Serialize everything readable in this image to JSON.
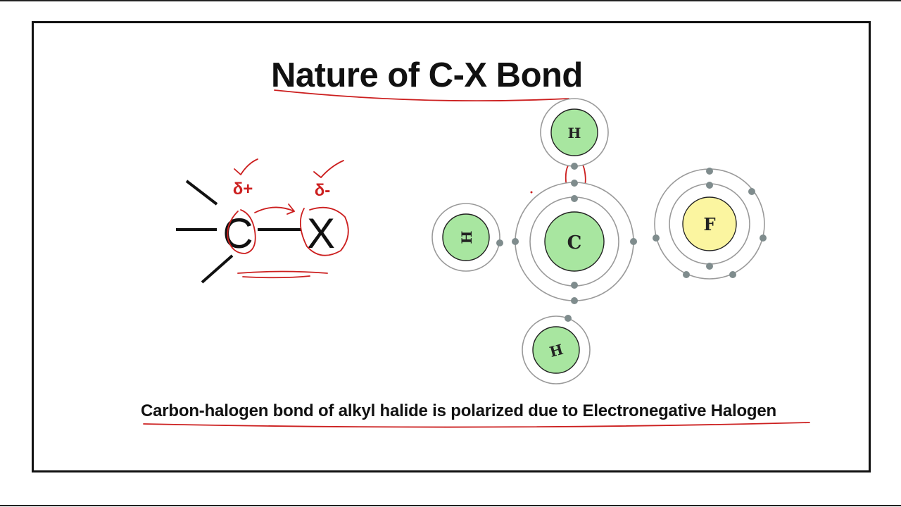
{
  "title": "Nature of C-X Bond",
  "caption": "Carbon-halogen bond of alkyl halide is polarized due to Electronegative Halogen",
  "bond_diagram": {
    "carbon": "C",
    "halogen": "X",
    "charge_carbon": "δ+",
    "charge_halogen": "δ-"
  },
  "atoms": {
    "hydrogen_top": "H",
    "hydrogen_left": "H",
    "hydrogen_bottom": "H",
    "carbon": "C",
    "fluorine": "F"
  },
  "colors": {
    "annotation_red": "#cc1f1f",
    "hydrogen_fill": "#a8e6a0",
    "carbon_fill": "#a8e6a0",
    "fluorine_fill": "#fbf5a0",
    "shell_gray": "#9a9a9a",
    "electron_gray": "#7f8c8d"
  }
}
